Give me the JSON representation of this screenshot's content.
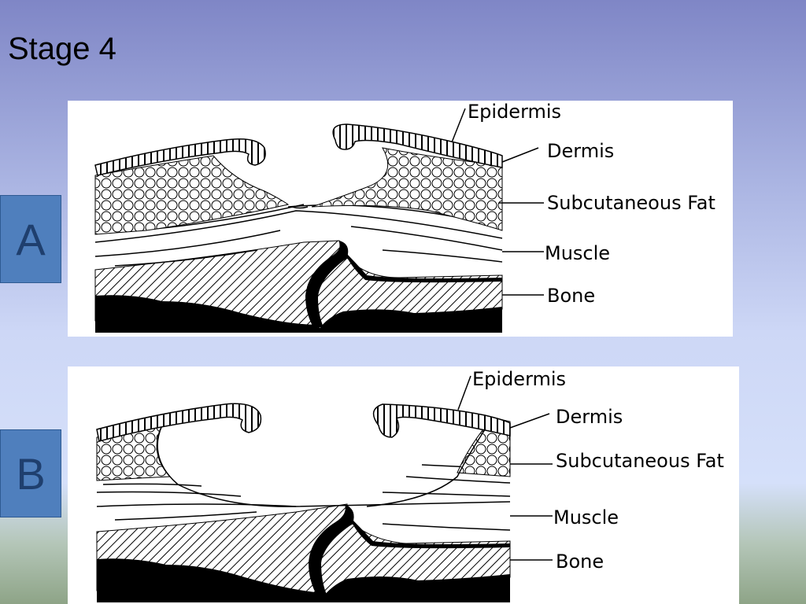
{
  "slide": {
    "title": "Stage 4"
  },
  "panels": [
    {
      "id": "A",
      "layers": [
        "Epidermis",
        "Dermis",
        "Subcutaneous Fat",
        "Muscle",
        "Bone"
      ]
    },
    {
      "id": "B",
      "layers": [
        "Epidermis",
        "Dermis",
        "Subcutaneous Fat",
        "Muscle",
        "Bone"
      ]
    }
  ]
}
